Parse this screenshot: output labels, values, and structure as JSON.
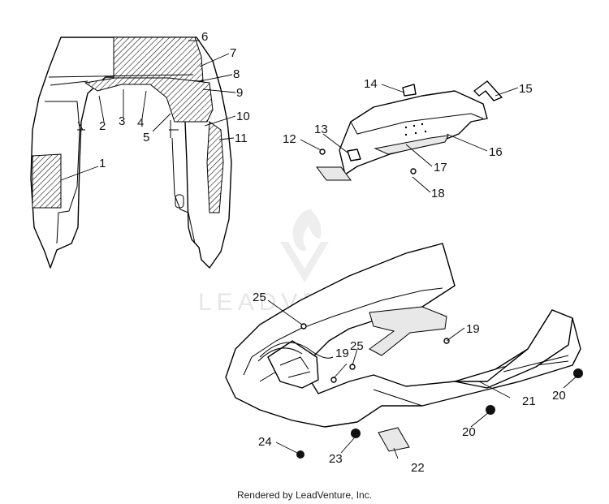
{
  "watermark": {
    "text": "LEADVENTURE"
  },
  "footer": {
    "text": "Rendered by LeadVenture, Inc."
  },
  "callouts": [
    "1",
    "2",
    "3",
    "4",
    "5",
    "6",
    "7",
    "8",
    "9",
    "10",
    "11",
    "12",
    "13",
    "14",
    "15",
    "16",
    "17",
    "18",
    "19",
    "19",
    "20",
    "20",
    "21",
    "22",
    "23",
    "24",
    "25",
    "25"
  ]
}
